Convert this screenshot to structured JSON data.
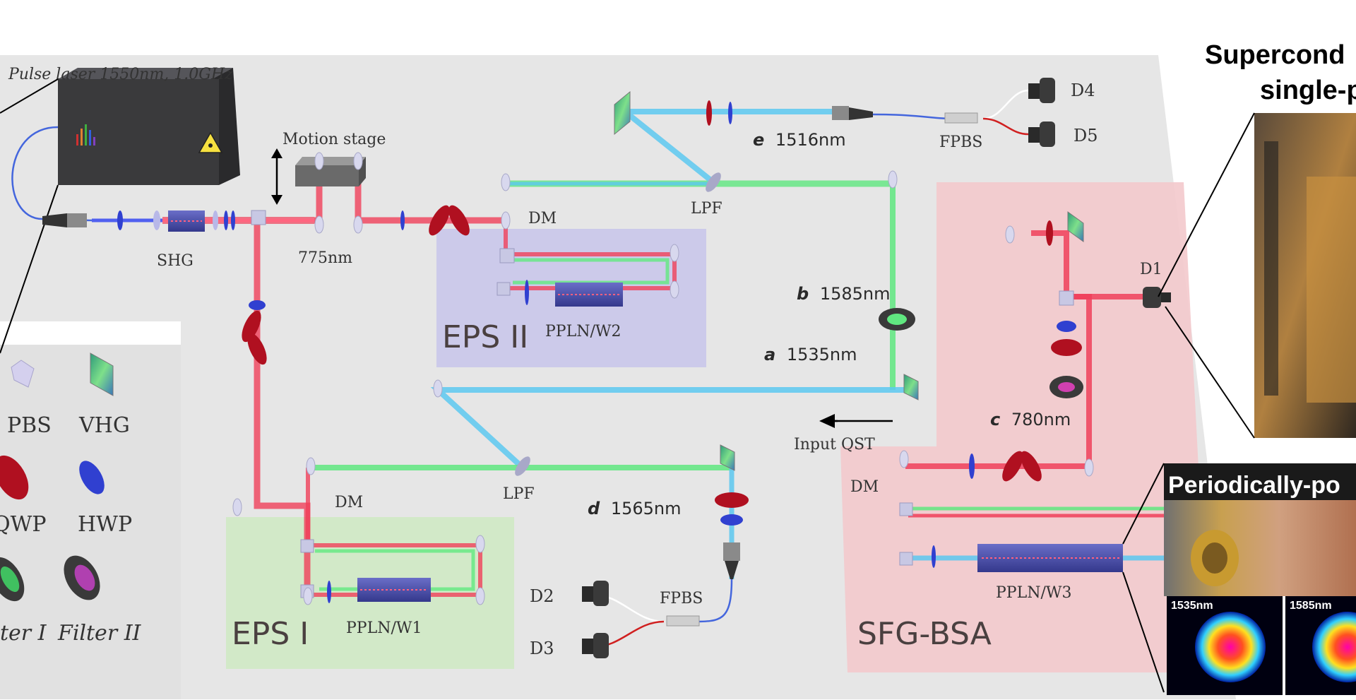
{
  "laser": {
    "label": "Pulse laser 1550nm, 1.0GHz"
  },
  "titles": {
    "snspd_line1": "Supercond",
    "snspd_line2": "single-pl",
    "ppln_photo": "Periodically-po"
  },
  "regions": {
    "eps1": "EPS I",
    "eps2": "EPS II",
    "sfg": "SFG-BSA"
  },
  "labels": {
    "motion_stage": "Motion stage",
    "shg": "SHG",
    "wl775": "775nm",
    "dm_top": "DM",
    "dm_left": "DM",
    "dm_right": "DM",
    "lpf_top": "LPF",
    "lpf_mid": "LPF",
    "ppln_w1": "PPLN/W1",
    "ppln_w2": "PPLN/W2",
    "ppln_w3": "PPLN/W3",
    "input_qst": "Input QST",
    "fpbs_top": "FPBS",
    "fpbs_bottom": "FPBS",
    "d1": "D1",
    "d2": "D2",
    "d3": "D3",
    "d4": "D4",
    "d5": "D5"
  },
  "wavelengths": {
    "a": {
      "letter": "a",
      "value": "1535nm"
    },
    "b": {
      "letter": "b",
      "value": "1585nm"
    },
    "c": {
      "letter": "c",
      "value": "780nm"
    },
    "d": {
      "letter": "d",
      "value": "1565nm"
    },
    "e": {
      "letter": "e",
      "value": "1516nm"
    }
  },
  "legend": {
    "pbs": "PBS",
    "vhg": "VHG",
    "qwp": "QWP",
    "hwp": "HWP",
    "filter1": "ter I",
    "filter2": "Filter II"
  },
  "mode_images": {
    "left": "1535nm",
    "right": "1585nm"
  },
  "colors": {
    "red_beam": "#f0405a",
    "green_beam": "#60e880",
    "blue_beam": "#5cc8f0",
    "deep_blue_beam": "#3040e0",
    "eps1_region": "#cfe9c4",
    "eps2_region": "#c9c6ea",
    "sfg_region": "#f3c9cc",
    "table": "#e6e6e6",
    "laser_box": "#3a3a3c",
    "crystal": "#4a4ea8"
  }
}
